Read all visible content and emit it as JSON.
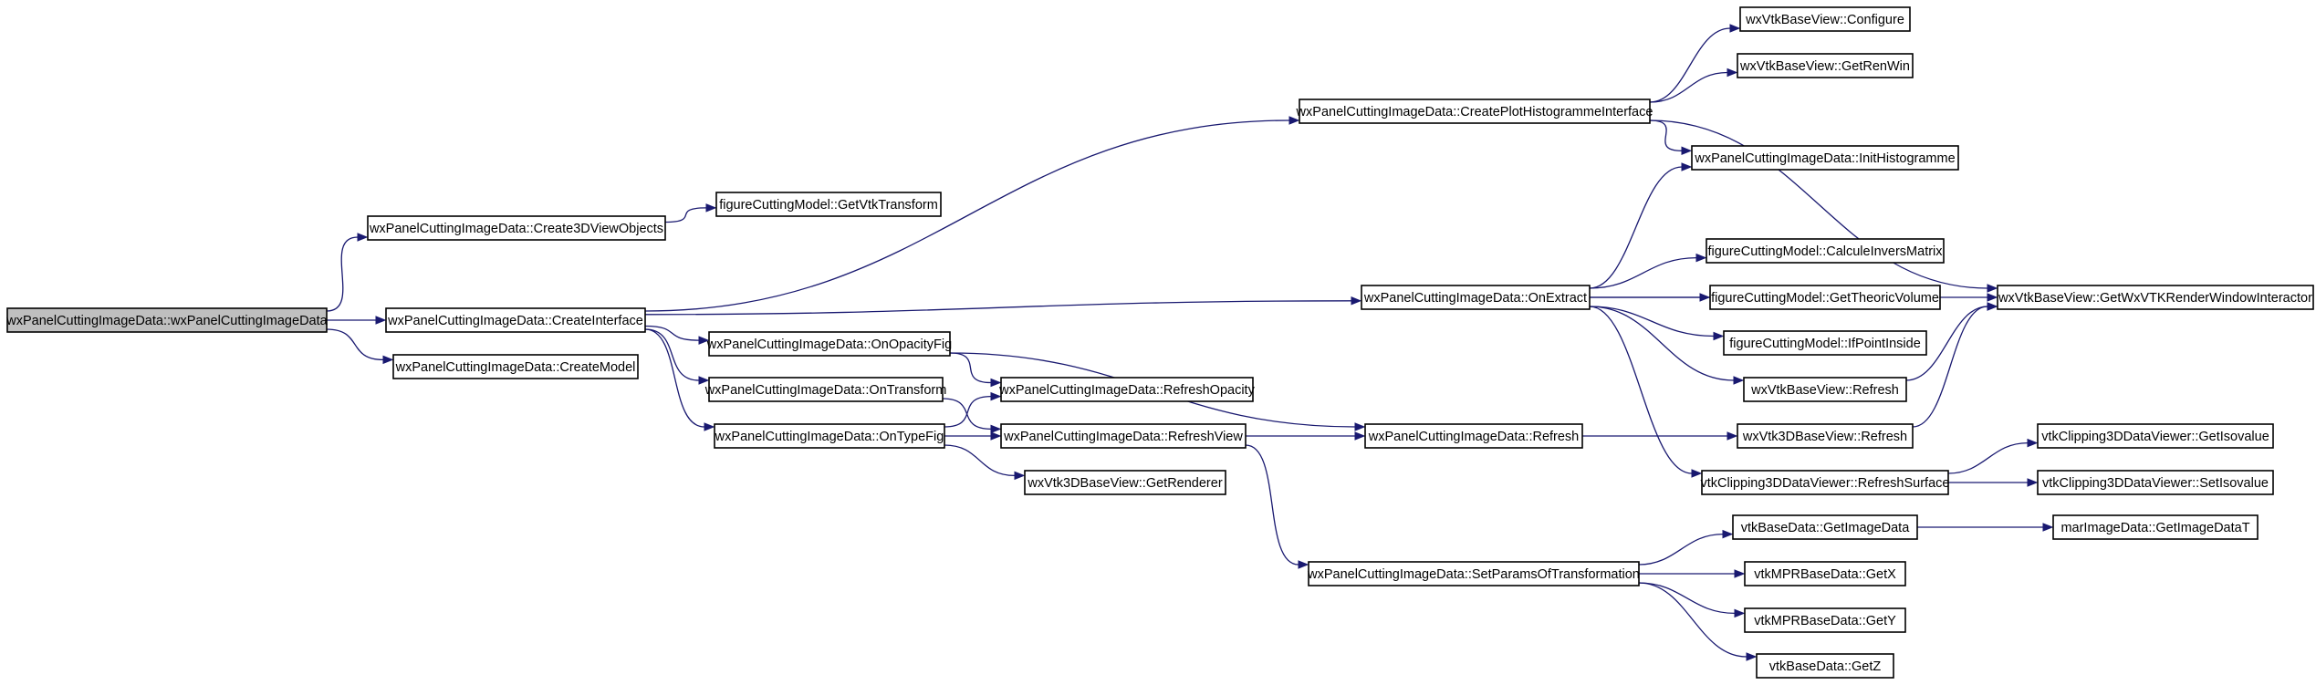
{
  "nodes": {
    "root": "wxPanelCuttingImageData::wxPanelCuttingImageData",
    "create3d": "wxPanelCuttingImageData::Create3DViewObjects",
    "createinterface": "wxPanelCuttingImageData::CreateInterface",
    "createmodel": "wxPanelCuttingImageData::CreateModel",
    "getvtktransform": "figureCuttingModel::GetVtkTransform",
    "createplothisto": "wxPanelCuttingImageData::CreatePlotHistogrammeInterface",
    "onextract": "wxPanelCuttingImageData::OnExtract",
    "onopacityfig": "wxPanelCuttingImageData::OnOpacityFig",
    "ontransform": "wxPanelCuttingImageData::OnTransform",
    "ontypefig": "wxPanelCuttingImageData::OnTypeFig",
    "refreshopacity": "wxPanelCuttingImageData::RefreshOpacity",
    "refreshview": "wxPanelCuttingImageData::RefreshView",
    "getrenderer": "wxVtk3DBaseView::GetRenderer",
    "refresh": "wxPanelCuttingImageData::Refresh",
    "setparams": "wxPanelCuttingImageData::SetParamsOfTransformation",
    "configure": "wxVtkBaseView::Configure",
    "getrenwin": "wxVtkBaseView::GetRenWin",
    "inithisto": "wxPanelCuttingImageData::InitHistogramme",
    "calculeinvers": "figureCuttingModel::CalculeInversMatrix",
    "gettheoric": "figureCuttingModel::GetTheoricVolume",
    "ifpointinside": "figureCuttingModel::IfPointInside",
    "vtkbaserefresh": "wxVtkBaseView::Refresh",
    "vtk3drefresh": "wxVtk3DBaseView::Refresh",
    "refreshsurface": "vtkClipping3DDataViewer::RefreshSurface",
    "getinteractor": "wxVtkBaseView::GetWxVTKRenderWindowInteractor",
    "getisovalue": "vtkClipping3DDataViewer::GetIsovalue",
    "setisovalue": "vtkClipping3DDataViewer::SetIsovalue",
    "getimagedata": "vtkBaseData::GetImageData",
    "getimagedatat": "marImageData::GetImageDataT",
    "getx": "vtkMPRBaseData::GetX",
    "gety": "vtkMPRBaseData::GetY",
    "getz": "vtkBaseData::GetZ"
  },
  "edges": [
    [
      "root",
      "create3d"
    ],
    [
      "root",
      "createinterface"
    ],
    [
      "root",
      "createmodel"
    ],
    [
      "create3d",
      "getvtktransform"
    ],
    [
      "createinterface",
      "createplothisto"
    ],
    [
      "createinterface",
      "onextract"
    ],
    [
      "createinterface",
      "onopacityfig"
    ],
    [
      "createinterface",
      "ontransform"
    ],
    [
      "createinterface",
      "ontypefig"
    ],
    [
      "createplothisto",
      "configure"
    ],
    [
      "createplothisto",
      "getrenwin"
    ],
    [
      "createplothisto",
      "inithisto"
    ],
    [
      "createplothisto",
      "getinteractor"
    ],
    [
      "onextract",
      "inithisto"
    ],
    [
      "onextract",
      "getinteractor"
    ],
    [
      "onextract",
      "calculeinvers"
    ],
    [
      "onextract",
      "gettheoric"
    ],
    [
      "onextract",
      "ifpointinside"
    ],
    [
      "onextract",
      "vtkbaserefresh"
    ],
    [
      "onextract",
      "refreshsurface"
    ],
    [
      "onopacityfig",
      "refreshopacity"
    ],
    [
      "onopacityfig",
      "refresh"
    ],
    [
      "ontransform",
      "refreshview"
    ],
    [
      "ontypefig",
      "refreshopacity"
    ],
    [
      "ontypefig",
      "refreshview"
    ],
    [
      "ontypefig",
      "getrenderer"
    ],
    [
      "refreshview",
      "refresh"
    ],
    [
      "refreshview",
      "setparams"
    ],
    [
      "refresh",
      "vtk3drefresh"
    ],
    [
      "vtkbaserefresh",
      "getinteractor"
    ],
    [
      "vtk3drefresh",
      "getinteractor"
    ],
    [
      "refreshsurface",
      "getisovalue"
    ],
    [
      "refreshsurface",
      "setisovalue"
    ],
    [
      "setparams",
      "getimagedata"
    ],
    [
      "setparams",
      "getx"
    ],
    [
      "setparams",
      "gety"
    ],
    [
      "setparams",
      "getz"
    ],
    [
      "getimagedata",
      "getimagedatat"
    ]
  ]
}
